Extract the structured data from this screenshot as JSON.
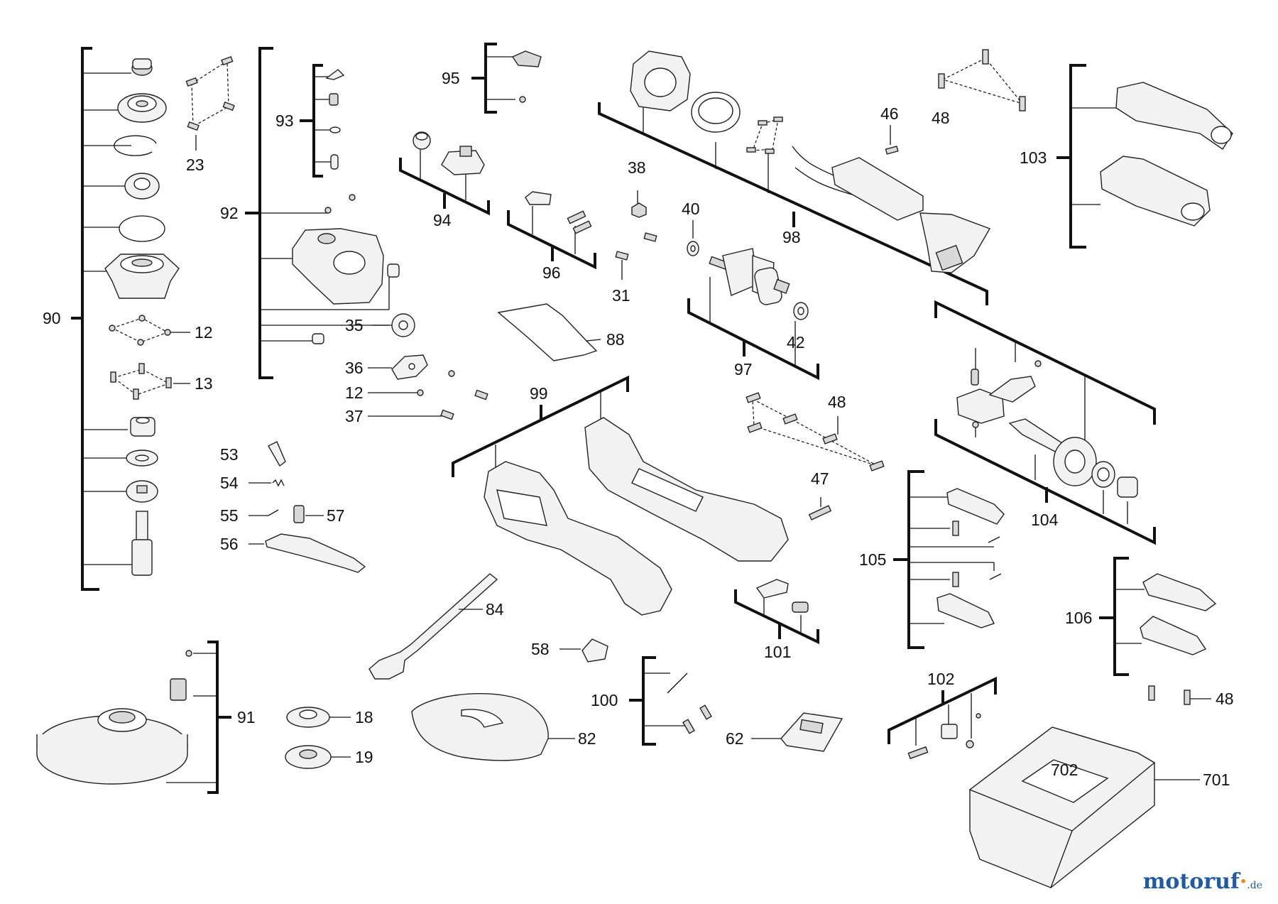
{
  "labels": {
    "90": "90",
    "23": "23",
    "12a": "12",
    "13": "13",
    "92": "92",
    "93": "93",
    "35": "35",
    "36": "36",
    "12b": "12",
    "37": "37",
    "95": "95",
    "94": "94",
    "96": "96",
    "31": "31",
    "38": "38",
    "88": "88",
    "40": "40",
    "97": "97",
    "42": "42",
    "46": "46",
    "48a": "48",
    "98": "98",
    "103": "103",
    "48b": "48",
    "99": "99",
    "47": "47",
    "104": "104",
    "53": "53",
    "54": "54",
    "55": "55",
    "57": "57",
    "56": "56",
    "84": "84",
    "105": "105",
    "101": "101",
    "106": "106",
    "91": "91",
    "58": "58",
    "18": "18",
    "19": "19",
    "82": "82",
    "100": "100",
    "62": "62",
    "102": "102",
    "48c": "48",
    "702": "702",
    "701": "701"
  },
  "watermark": {
    "main": "motoruf",
    "tld": ".de"
  }
}
